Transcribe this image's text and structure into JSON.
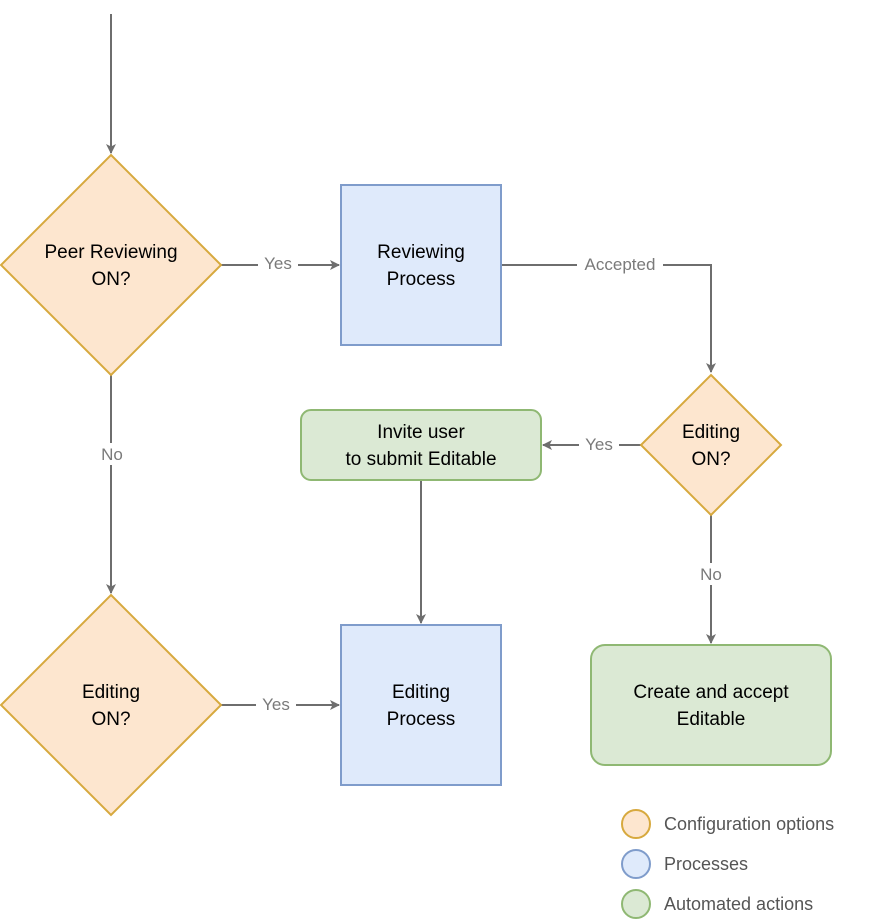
{
  "colors": {
    "config_fill": "#fde6cf",
    "config_stroke": "#d7a93e",
    "process_fill": "#dfeafb",
    "process_stroke": "#7f9ccb",
    "auto_fill": "#dbe9d4",
    "auto_stroke": "#8fb873",
    "edge": "#6e6e6e"
  },
  "nodes": {
    "peer_reviewing": {
      "line1": "Peer Reviewing",
      "line2": "ON?"
    },
    "reviewing_process": {
      "line1": "Reviewing",
      "line2": "Process"
    },
    "editing_right": {
      "line1": "Editing",
      "line2": "ON?"
    },
    "invite_user": {
      "line1": "Invite user",
      "line2": "to submit Editable"
    },
    "editing_left": {
      "line1": "Editing",
      "line2": "ON?"
    },
    "editing_process": {
      "line1": "Editing",
      "line2": "Process"
    },
    "create_accept": {
      "line1": "Create and accept",
      "line2": "Editable"
    }
  },
  "edges": {
    "peer_yes": "Yes",
    "accepted": "Accepted",
    "peer_no": "No",
    "editing_right_yes": "Yes",
    "editing_right_no": "No",
    "editing_left_yes": "Yes"
  },
  "legend": {
    "config": "Configuration options",
    "processes": "Processes",
    "automated": "Automated actions"
  }
}
